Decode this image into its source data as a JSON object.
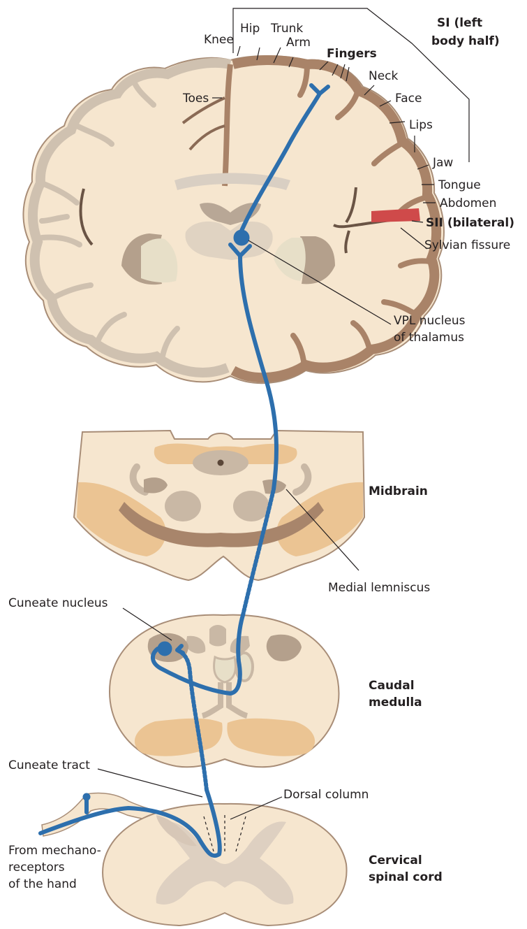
{
  "colors": {
    "tissue": "#f6e6cf",
    "tissue_edge": "#a88d77",
    "cortex": "#a98368",
    "cortex_light": "#cfc1b0",
    "grey_nucleus": "#c9b8a5",
    "orange_region": "#ebc493",
    "dark_band": "#a8856b",
    "pathway": "#2d6fad",
    "sii_highlight": "#cf4a4a",
    "text": "#231f20"
  },
  "labels": {
    "si_line1": "SI (left",
    "si_line2": "body half)",
    "knee": "Knee",
    "hip": "Hip",
    "trunk": "Trunk",
    "arm": "Arm",
    "fingers": "Fingers",
    "toes": "Toes",
    "neck": "Neck",
    "face": "Face",
    "lips": "Lips",
    "jaw": "Jaw",
    "tongue": "Tongue",
    "abdomen": "Abdomen",
    "sii": "SII (bilateral)",
    "sylvian": "Sylvian fissure",
    "vpl_line1": "VPL nucleus",
    "vpl_line2": "of thalamus",
    "midbrain": "Midbrain",
    "medial_lemniscus": "Medial lemniscus",
    "cuneate_nucleus": "Cuneate nucleus",
    "caudal_line1": "Caudal",
    "caudal_line2": "medulla",
    "cuneate_tract": "Cuneate tract",
    "dorsal_column": "Dorsal column",
    "from_line1": "From mechano-",
    "from_line2": "receptors",
    "from_line3": "of the hand",
    "cervical_line1": "Cervical",
    "cervical_line2": "spinal cord"
  }
}
